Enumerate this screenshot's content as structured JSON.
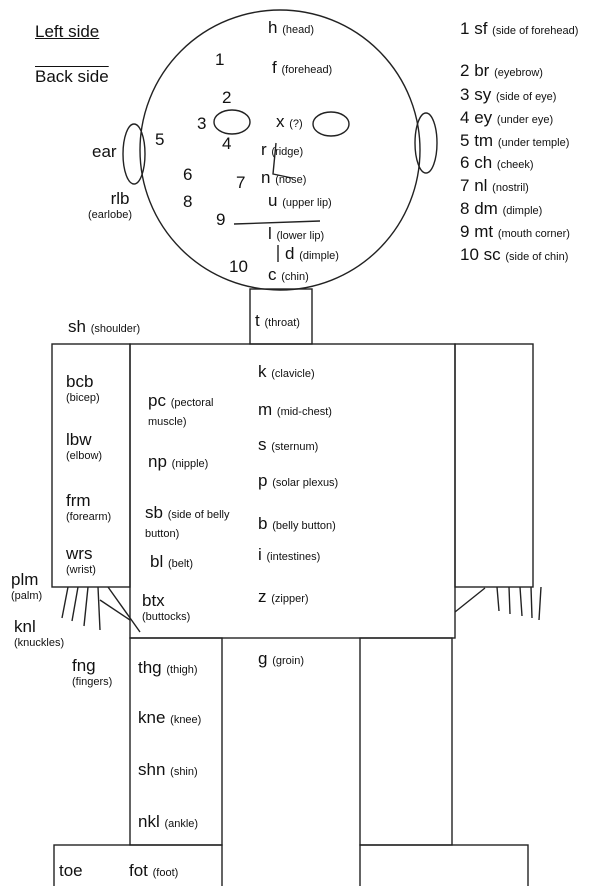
{
  "headers": {
    "left_side": "Left side",
    "back_side": "Back side"
  },
  "face_numbers": [
    "1",
    "2",
    "3",
    "4",
    "5",
    "6",
    "7",
    "8",
    "9",
    "10"
  ],
  "face_legend": [
    {
      "num": "1",
      "code": "sf",
      "desc": "(side of forehead)"
    },
    {
      "num": "2",
      "code": "br",
      "desc": "(eyebrow)"
    },
    {
      "num": "3",
      "code": "sy",
      "desc": "(side of eye)"
    },
    {
      "num": "4",
      "code": "ey",
      "desc": "(under eye)"
    },
    {
      "num": "5",
      "code": "tm",
      "desc": "(under temple)"
    },
    {
      "num": "6",
      "code": "ch",
      "desc": "(cheek)"
    },
    {
      "num": "7",
      "code": "nl",
      "desc": "(nostril)"
    },
    {
      "num": "8",
      "code": "dm",
      "desc": "(dimple)"
    },
    {
      "num": "9",
      "code": "mt",
      "desc": "(mouth corner)"
    },
    {
      "num": "10",
      "code": "sc",
      "desc": "(side of chin)"
    }
  ],
  "head": {
    "h": {
      "code": "h",
      "desc": "(head)"
    },
    "f": {
      "code": "f",
      "desc": "(forehead)"
    },
    "x": {
      "code": "x",
      "desc": "(?)"
    },
    "r": {
      "code": "r",
      "desc": "(ridge)"
    },
    "n": {
      "code": "n",
      "desc": "(nose)"
    },
    "u": {
      "code": "u",
      "desc": "(upper lip)"
    },
    "l": {
      "code": "l",
      "desc": "(lower lip)"
    },
    "d": {
      "code": "d",
      "desc": "(dimple)"
    },
    "c": {
      "code": "c",
      "desc": "(chin)"
    },
    "ear": {
      "code": "ear"
    },
    "rlb": {
      "code": "rlb",
      "desc": "(earlobe)"
    }
  },
  "body": {
    "t": {
      "code": "t",
      "desc": "(throat)"
    },
    "sh": {
      "code": "sh",
      "desc": "(shoulder)"
    },
    "bcb": {
      "code": "bcb",
      "desc": "(bicep)"
    },
    "lbw": {
      "code": "lbw",
      "desc": "(elbow)"
    },
    "frm": {
      "code": "frm",
      "desc": "(forearm)"
    },
    "wrs": {
      "code": "wrs",
      "desc": "(wrist)"
    },
    "plm": {
      "code": "plm",
      "desc": "(palm)"
    },
    "knl": {
      "code": "knl",
      "desc": "(knuckles)"
    },
    "fng": {
      "code": "fng",
      "desc": "(fingers)"
    },
    "pc": {
      "code": "pc",
      "desc": "(pectoral muscle)"
    },
    "np": {
      "code": "np",
      "desc": "(nipple)"
    },
    "sb": {
      "code": "sb",
      "desc": "(side of belly button)"
    },
    "bl": {
      "code": "bl",
      "desc": "(belt)"
    },
    "btx": {
      "code": "btx",
      "desc": "(buttocks)"
    },
    "k": {
      "code": "k",
      "desc": "(clavicle)"
    },
    "m": {
      "code": "m",
      "desc": "(mid-chest)"
    },
    "s": {
      "code": "s",
      "desc": "(sternum)"
    },
    "p": {
      "code": "p",
      "desc": "(solar plexus)"
    },
    "b": {
      "code": "b",
      "desc": "(belly button)"
    },
    "i": {
      "code": "i",
      "desc": "(intestines)"
    },
    "z": {
      "code": "z",
      "desc": "(zipper)"
    },
    "g": {
      "code": "g",
      "desc": "(groin)"
    },
    "thg": {
      "code": "thg",
      "desc": "(thigh)"
    },
    "kne": {
      "code": "kne",
      "desc": "(knee)"
    },
    "shn": {
      "code": "shn",
      "desc": "(shin)"
    },
    "nkl": {
      "code": "nkl",
      "desc": "(ankle)"
    },
    "toe": {
      "code": "toe"
    },
    "fot": {
      "code": "fot",
      "desc": "(foot)"
    }
  }
}
